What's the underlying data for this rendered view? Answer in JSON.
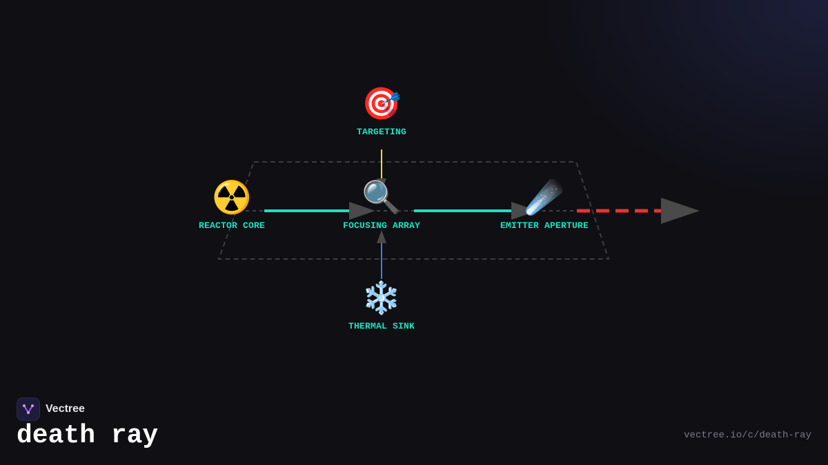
{
  "nodes": {
    "targeting": {
      "label": "TARGETING",
      "icon": "🎯",
      "icon_name": "target-icon"
    },
    "reactor": {
      "label": "REACTOR CORE",
      "icon": "☢️",
      "icon_name": "radioactive-icon"
    },
    "focusing": {
      "label": "FOCUSING ARRAY",
      "icon": "🔍",
      "icon_name": "magnifier-icon"
    },
    "emitter": {
      "label": "EMITTER APERTURE",
      "icon": "☄️",
      "icon_name": "comet-icon"
    },
    "thermal": {
      "label": "THERMAL SINK",
      "icon": "❄️",
      "icon_name": "snowflake-icon"
    }
  },
  "colors": {
    "label": "#19e3bf",
    "beam": "#19e3bf",
    "targeting_link": "#f2e21a",
    "thermal_link": "#3f7fe0",
    "output_beam": "#ee3333",
    "arrowhead": "#4a4a4a",
    "frame": "#3c3c44"
  },
  "brand": {
    "name": "Vectree"
  },
  "title": "death ray",
  "url": "vectree.io/c/death-ray"
}
